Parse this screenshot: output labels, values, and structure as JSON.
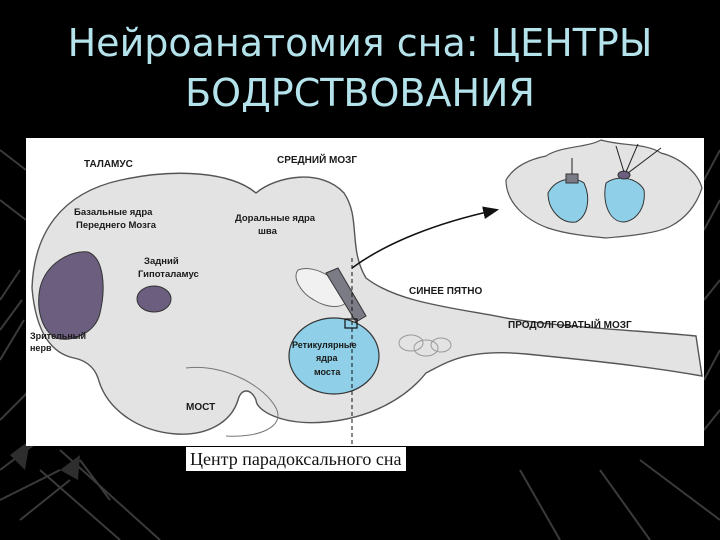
{
  "slide": {
    "title_line1": "Нейроанатомия сна: ЦЕНТРЫ",
    "title_line2": "БОДРСТВОВАНИЯ",
    "caption": "Центр парадоксального сна"
  },
  "diagram": {
    "labels": {
      "thalamus": "ТАЛАМУС",
      "midbrain": "СРЕДНИЙ МОЗГ",
      "basal_line1": "Базальные ядра",
      "basal_line2": "Переднего Мозга",
      "dorsal_raphe_line1": "Доральные ядра",
      "dorsal_raphe_line2": "шва",
      "post_hypo_line1": "Задний",
      "post_hypo_line2": "Гипоталамус",
      "locus_coeruleus": "СИНЕЕ ПЯТНО",
      "optic_line1": "Зрительный",
      "optic_line2": "нерв",
      "medulla": "ПРОДОЛГОВАТЫЙ МОЗГ",
      "reticular_line1": "Ретикулярные",
      "reticular_line2": "ядра",
      "reticular_line3": "моста",
      "pons": "МОСТ"
    }
  },
  "colors": {
    "background": "#000000",
    "title": "#b5e3ec",
    "brain_fill": "#e3e3e3",
    "nucleus_blue": "#8fd0e8",
    "nucleus_purple": "#6b5e7e",
    "locus_gray": "#7b7b86"
  }
}
